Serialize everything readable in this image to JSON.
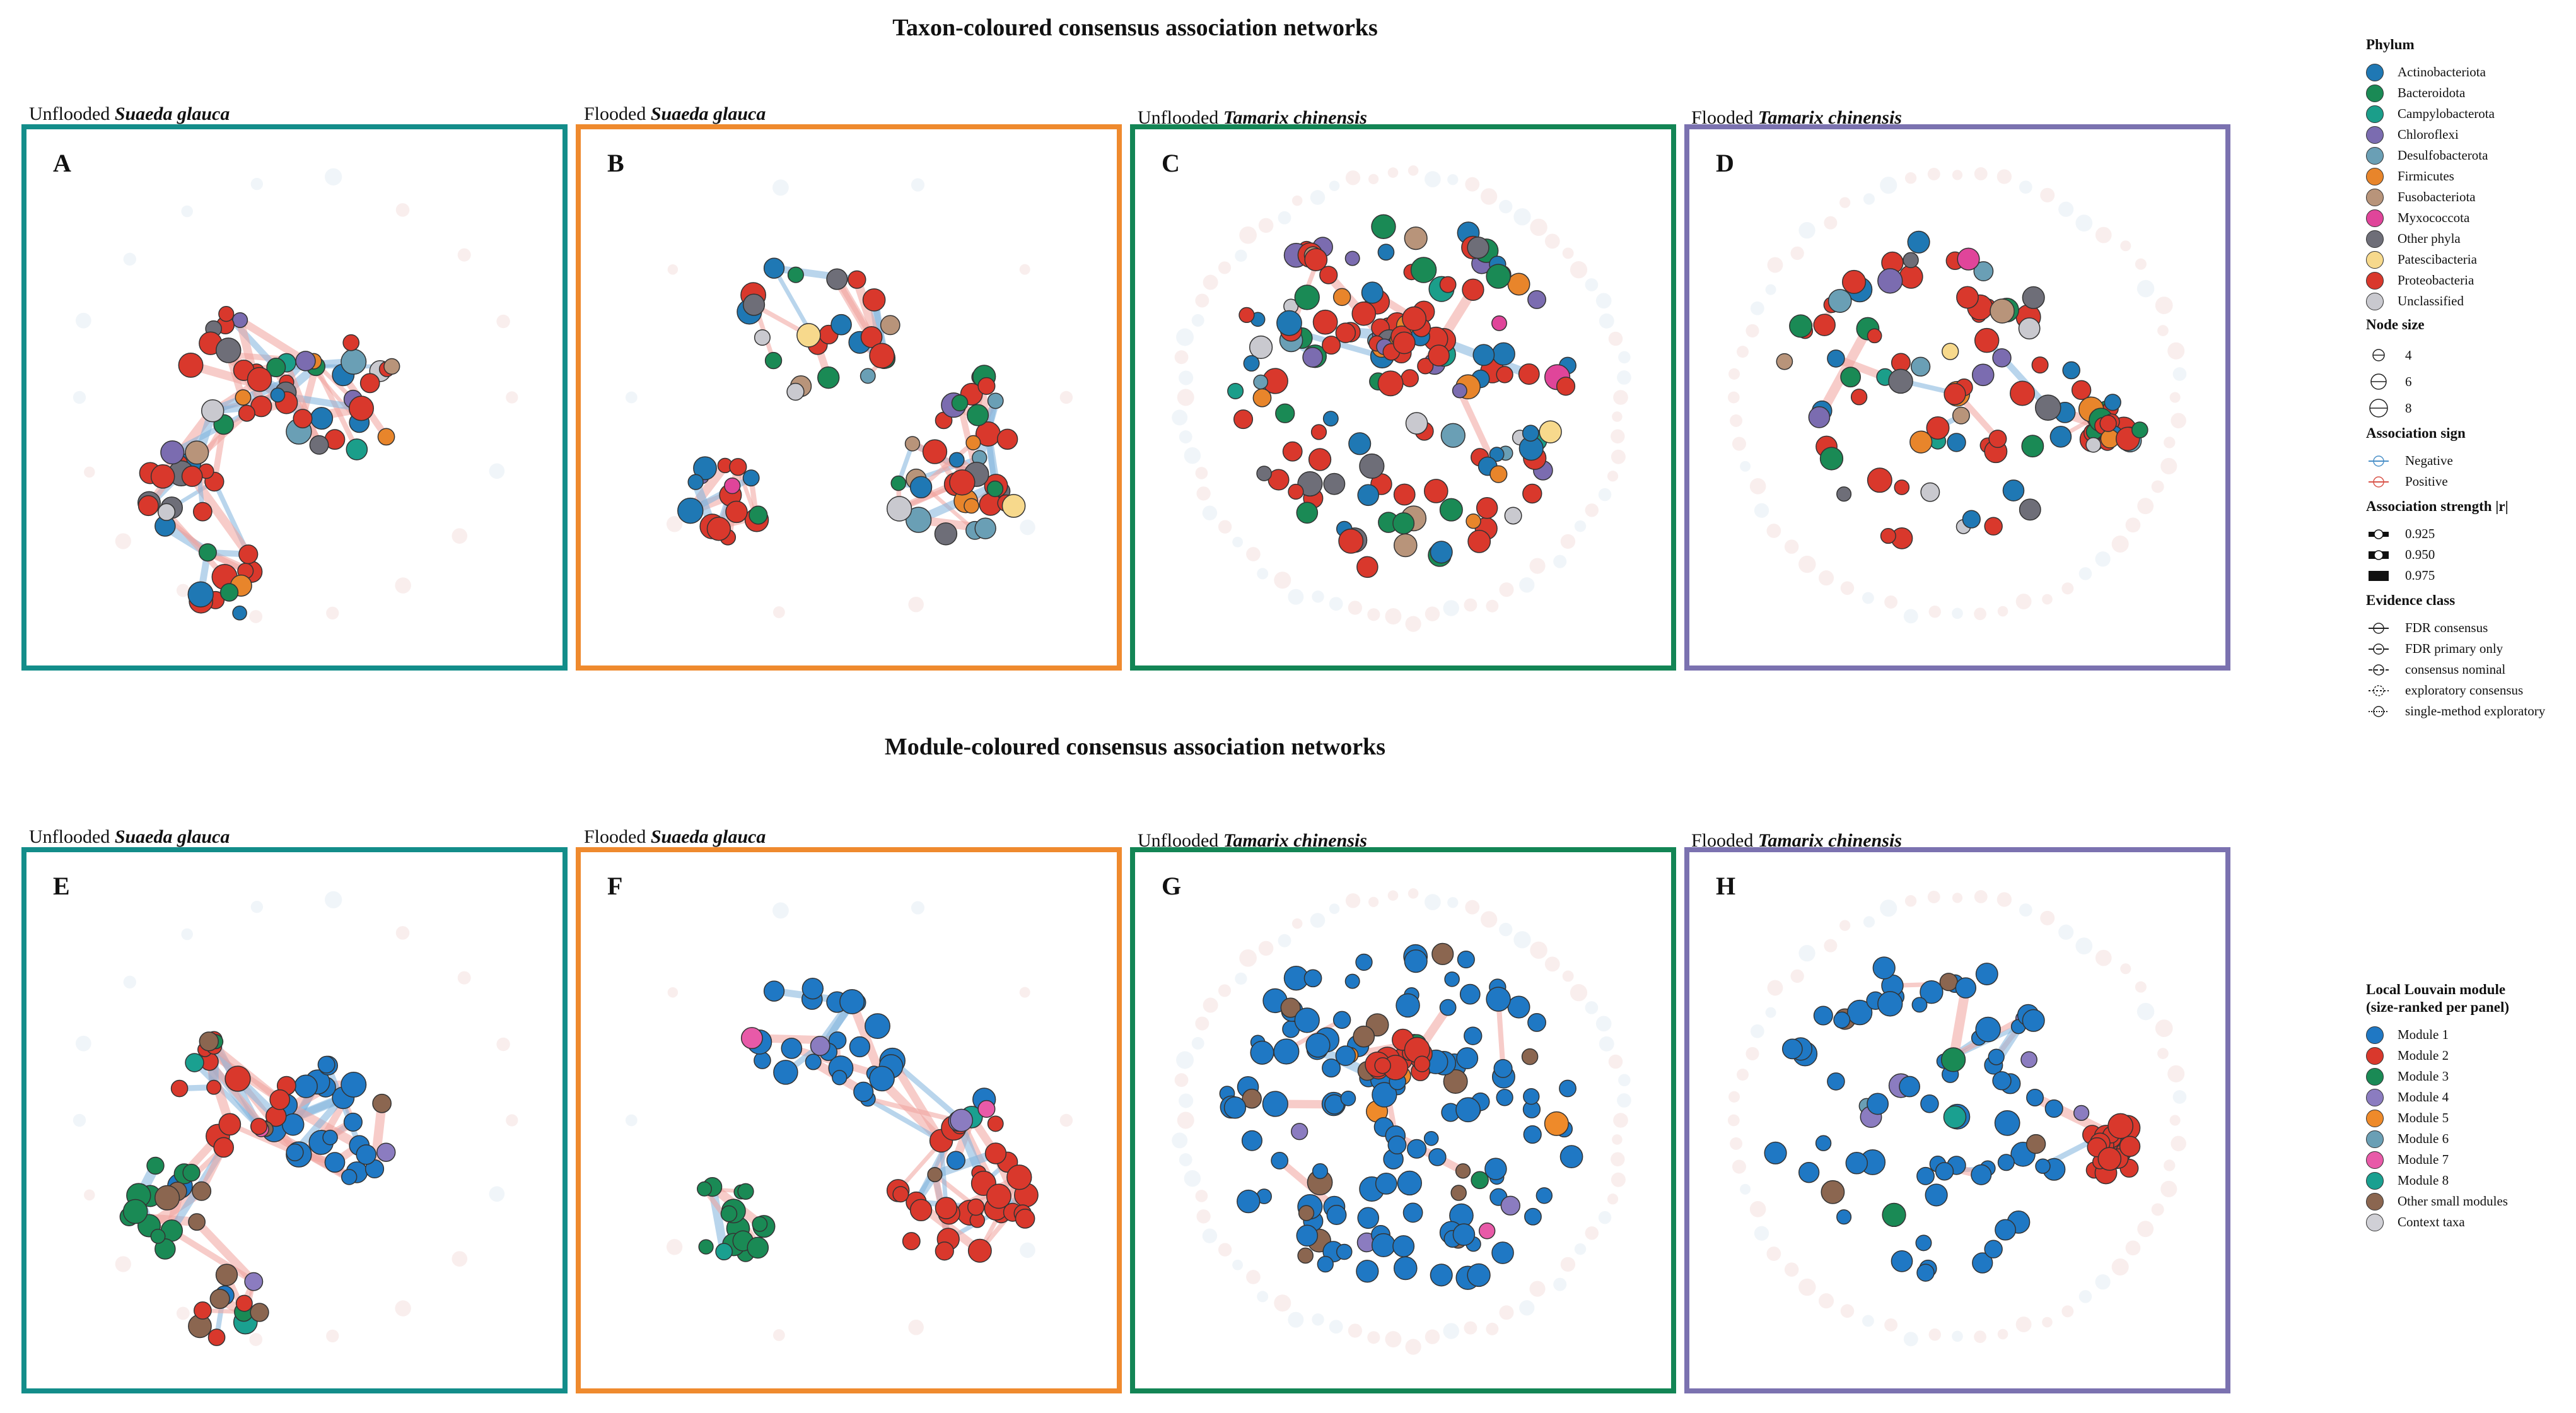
{
  "top_title": "Taxon-coloured consensus association networks",
  "bottom_title": "Module-coloured consensus association networks",
  "panels": [
    {
      "letter": "A",
      "caption_prefix": "Unflooded ",
      "caption_species": "Suaeda glauca",
      "color": "#138d8a"
    },
    {
      "letter": "B",
      "caption_prefix": "Flooded ",
      "caption_species": "Suaeda glauca",
      "color": "#ef8a2e"
    },
    {
      "letter": "C",
      "caption_prefix": "Unflooded ",
      "caption_species": "Tamarix chinensis",
      "color": "#138555"
    },
    {
      "letter": "D",
      "caption_prefix": "Flooded ",
      "caption_species": "Tamarix chinensis",
      "color": "#7b72b0"
    },
    {
      "letter": "E",
      "caption_prefix": "Unflooded ",
      "caption_species": "Suaeda glauca",
      "color": "#138d8a"
    },
    {
      "letter": "F",
      "caption_prefix": "Flooded ",
      "caption_species": "Suaeda glauca",
      "color": "#ef8a2e"
    },
    {
      "letter": "G",
      "caption_prefix": "Unflooded ",
      "caption_species": "Tamarix chinensis",
      "color": "#138555"
    },
    {
      "letter": "H",
      "caption_prefix": "Flooded ",
      "caption_species": "Tamarix chinensis",
      "color": "#7b72b0"
    }
  ],
  "phylum_legend": {
    "title": "Phylum",
    "items": [
      {
        "label": "Actinobacteriota",
        "color": "#1f78b4"
      },
      {
        "label": "Bacteroidota",
        "color": "#1a8a55"
      },
      {
        "label": "Campylobacterota",
        "color": "#1b9e8a"
      },
      {
        "label": "Chloroflexi",
        "color": "#7b6cb0"
      },
      {
        "label": "Desulfobacterota",
        "color": "#6a9fb5"
      },
      {
        "label": "Firmicutes",
        "color": "#e8852b"
      },
      {
        "label": "Fusobacteriota",
        "color": "#b8947a"
      },
      {
        "label": "Myxococcota",
        "color": "#e0459a"
      },
      {
        "label": "Other phyla",
        "color": "#6e6e78"
      },
      {
        "label": "Patescibacteria",
        "color": "#f7d98c"
      },
      {
        "label": "Proteobacteria",
        "color": "#d9382c"
      },
      {
        "label": "Unclassified",
        "color": "#c9c9cf"
      }
    ]
  },
  "node_size_legend": {
    "title": "Node size",
    "items": [
      "4",
      "6",
      "8"
    ]
  },
  "sign_legend": {
    "title": "Association sign",
    "items": [
      {
        "label": "Negative",
        "color": "#4a90c8"
      },
      {
        "label": "Positive",
        "color": "#d9544a"
      }
    ]
  },
  "strength_legend": {
    "title": "Association strength |r|",
    "items": [
      "0.925",
      "0.950",
      "0.975"
    ]
  },
  "evidence_legend": {
    "title": "Evidence class",
    "items": [
      "FDR consensus",
      "FDR primary only",
      "consensus nominal",
      "exploratory consensus",
      "single-method exploratory"
    ]
  },
  "module_legend": {
    "title_line1": "Local Louvain module",
    "title_line2": "(size-ranked per panel)",
    "items": [
      {
        "label": "Module 1",
        "color": "#1f78c4"
      },
      {
        "label": "Module 2",
        "color": "#d9382c"
      },
      {
        "label": "Module 3",
        "color": "#1a8a55"
      },
      {
        "label": "Module 4",
        "color": "#8b7cc0"
      },
      {
        "label": "Module 5",
        "color": "#ee8a2a"
      },
      {
        "label": "Module 6",
        "color": "#6a9fb5"
      },
      {
        "label": "Module 7",
        "color": "#e85aa8"
      },
      {
        "label": "Module 8",
        "color": "#1aa090"
      },
      {
        "label": "Other small modules",
        "color": "#8b6650"
      },
      {
        "label": "Context taxa",
        "color": "#d0d0d6"
      }
    ]
  },
  "style": {
    "negative_edge": "#7fb3dc",
    "positive_edge": "#f0a39c",
    "ring_node": "#f1dad7",
    "ring_node_alt": "#dde9f2"
  }
}
